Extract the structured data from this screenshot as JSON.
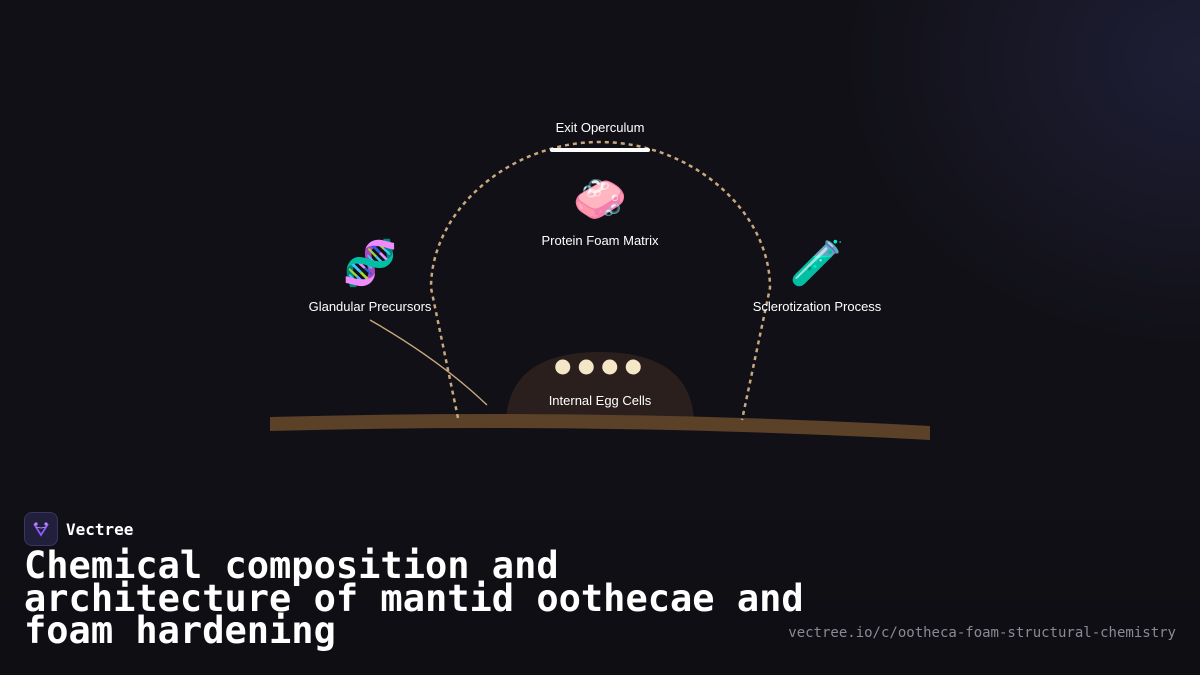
{
  "diagram": {
    "labels": {
      "exit_operculum": "Exit Operculum",
      "protein_foam_matrix": "Protein Foam Matrix",
      "glandular_precursors": "Glandular Precursors",
      "sclerotization_process": "Sclerotization Process",
      "internal_egg_cells": "Internal Egg Cells"
    },
    "icons": {
      "foam": "soap-icon",
      "dna": "dna-icon",
      "test_tube": "test-tube-icon"
    },
    "glyphs": {
      "foam": "🧼",
      "dna": "🧬",
      "test_tube": "🧪"
    },
    "egg_count": 4,
    "colors": {
      "dashed_outline": "#c8a97e",
      "branch": "#5a4128",
      "egg_mound": "#2a1f1c",
      "egg": "#f5e6c8",
      "operculum": "#ffffff"
    }
  },
  "brand": {
    "name": "Vectree"
  },
  "title": "Chemical composition and architecture of mantid oothecae and foam hardening",
  "url": "vectree.io/c/ootheca-foam-structural-chemistry"
}
